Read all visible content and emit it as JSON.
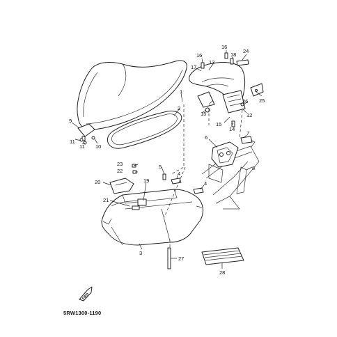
{
  "diagram": {
    "code": "5RW1300-1190",
    "fwd_label": "FWD",
    "callouts": [
      {
        "id": "1",
        "label": "1"
      },
      {
        "id": "2",
        "label": "2"
      },
      {
        "id": "3",
        "label": "3"
      },
      {
        "id": "4a",
        "label": "4"
      },
      {
        "id": "4b",
        "label": "4"
      },
      {
        "id": "5",
        "label": "5"
      },
      {
        "id": "6",
        "label": "6"
      },
      {
        "id": "7",
        "label": "7"
      },
      {
        "id": "8",
        "label": "8"
      },
      {
        "id": "9",
        "label": "9"
      },
      {
        "id": "10",
        "label": "10"
      },
      {
        "id": "11a",
        "label": "11"
      },
      {
        "id": "11b",
        "label": "11"
      },
      {
        "id": "12",
        "label": "12"
      },
      {
        "id": "13",
        "label": "13"
      },
      {
        "id": "14",
        "label": "14"
      },
      {
        "id": "15a",
        "label": "15"
      },
      {
        "id": "15b",
        "label": "15"
      },
      {
        "id": "16a",
        "label": "16"
      },
      {
        "id": "16b",
        "label": "16"
      },
      {
        "id": "17",
        "label": "17"
      },
      {
        "id": "18",
        "label": "18"
      },
      {
        "id": "19",
        "label": "19"
      },
      {
        "id": "20",
        "label": "20"
      },
      {
        "id": "21",
        "label": "21"
      },
      {
        "id": "22",
        "label": "22"
      },
      {
        "id": "23",
        "label": "23"
      },
      {
        "id": "24",
        "label": "24"
      },
      {
        "id": "25",
        "label": "25"
      },
      {
        "id": "26",
        "label": "26"
      },
      {
        "id": "27",
        "label": "27"
      },
      {
        "id": "28",
        "label": "28"
      }
    ]
  }
}
